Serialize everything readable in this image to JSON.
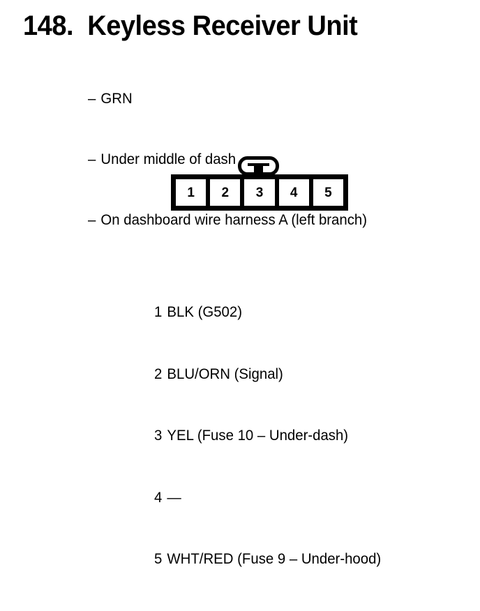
{
  "document": {
    "title": "148. Keyless Receiver Unit",
    "background_color": "#ffffff",
    "ink_color": "#000000"
  },
  "heading": {
    "number": "148.",
    "text": "148.  Keyless Receiver Unit"
  },
  "details": {
    "bullet_marker": "–",
    "items": [
      "GRN",
      "Under middle of dash",
      "On dashboard wire harness A (left branch)"
    ]
  },
  "connector": {
    "name": "5-pin-connector",
    "latch_label": "locking-tab",
    "pin_count": 5,
    "pins": [
      "1",
      "2",
      "3",
      "4",
      "5"
    ]
  },
  "pin_legend": {
    "rows": [
      {
        "pin": "1",
        "description": "BLK (G502)"
      },
      {
        "pin": "2",
        "description": "BLU/ORN (Signal)"
      },
      {
        "pin": "3",
        "description": "YEL (Fuse 10 – Under-dash)"
      },
      {
        "pin": "4",
        "description": "—"
      },
      {
        "pin": "5",
        "description": "WHT/RED (Fuse 9 – Under-hood)"
      }
    ]
  }
}
